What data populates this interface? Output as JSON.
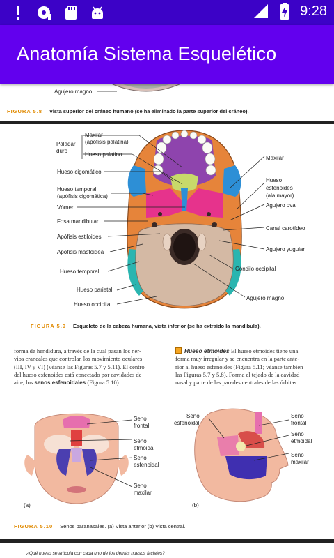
{
  "status_bar": {
    "time": "9:28",
    "icons": [
      "alert-icon",
      "media-icon",
      "sd-card-icon",
      "android-icon",
      "signal-icon",
      "battery-charging-icon"
    ]
  },
  "app_bar": {
    "title": "Anatomía Sistema Esquelético"
  },
  "figure_5_8": {
    "label_agujero_magno": "Agujero magno",
    "fig": "FIGURA 5.8",
    "caption": "Vista superior del cráneo humano (se ha eliminado la parte superior del cráneo)."
  },
  "figure_5_9": {
    "fig": "FIGURA 5.9",
    "caption": "Esqueleto de la cabeza humana, vista inferior (se ha extraído la mandíbula).",
    "left_labels": {
      "paladar_duro_1": "Paladar",
      "paladar_duro_2": "duro",
      "maxilar_apofisis_1": "Maxilar",
      "maxilar_apofisis_2": "(apófisis palatina)",
      "hueso_palatino": "Hueso palatino",
      "hueso_cigomatico": "Hueso cigomático",
      "hueso_temporal_1": "Hueso temporal",
      "hueso_temporal_2": "(apófisis cigomática)",
      "vomer": "Vómer",
      "fosa_mandibular": "Fosa mandibular",
      "apofisis_estiloides": "Apófisis estiloides",
      "apofisis_mastoidea": "Apófisis mastoidea",
      "hueso_temporal_b": "Hueso temporal",
      "hueso_parietal": "Hueso parietal",
      "hueso_occipital": "Hueso occipital"
    },
    "right_labels": {
      "maxilar": "Maxilar",
      "hueso_esfenoides_1": "Hueso",
      "hueso_esfenoides_2": "esfenoides",
      "hueso_esfenoides_3": "(ala mayor)",
      "agujero_oval": "Agujero oval",
      "canal_carotideo": "Canal carotídeo",
      "agujero_yugular": "Agujero yugular",
      "condilo_occipital": "Cóndilo occipital",
      "agujero_magno": "Agujero magno"
    }
  },
  "text": {
    "left_para_1": "forma de hendidura, a través de la cual pasan los ner-",
    "left_para_2": "vios craneales que controlan los movimiento oculares",
    "left_para_3": "(III, IV y VI) (véanse las Figuras 5.7 y 5.11). El centro",
    "left_para_4": "del hueso esfenoides está conectado por cavidades de",
    "left_para_5": "aire, los",
    "left_para_bold": "senos esfenoidales",
    "left_para_6": "(Figura 5.10).",
    "right_heading": "Hueso etmoides",
    "right_para_1": "El hueso etmoides tiene una",
    "right_para_2": "forma muy irregular y se encuentra en la parte ante-",
    "right_para_3": "rior al hueso esfenoides (Figura 5.11; véanse también",
    "right_para_4": "las Figuras 5.7 y 5.8). Forma el tejado de la cavidad",
    "right_para_5": "nasal y parte de las paredes centrales de las órbitas."
  },
  "figure_5_10": {
    "fig": "FIGURA 5.10",
    "caption": "Senos paranasales. (a) Vista anterior (b) Vista central.",
    "a": "(a)",
    "b": "(b)",
    "a_labels": {
      "frontal_1": "Seno",
      "frontal_2": "frontal",
      "etmoidal_1": "Seno",
      "etmoidal_2": "etmoidal",
      "esfenoidal_1": "Seno",
      "esfenoidal_2": "esfenoidal",
      "maxilar_1": "Seno",
      "maxilar_2": "maxilar"
    },
    "b_labels": {
      "esfenoidal_1": "Seno",
      "esfenoidal_2": "esfenoidal",
      "frontal_1": "Seno",
      "frontal_2": "frontal",
      "etmoidal_1": "Seno",
      "etmoidal_2": "etmoidal",
      "maxilar_1": "Seno",
      "maxilar_2": "maxilar"
    }
  },
  "footer_question": "¿Qué hueso se articula con cada uno de los demás huesos faciales?",
  "colors": {
    "status_bar": "#3c02c7",
    "app_bar": "#6200ee",
    "figure_accent": "#e08a00"
  }
}
